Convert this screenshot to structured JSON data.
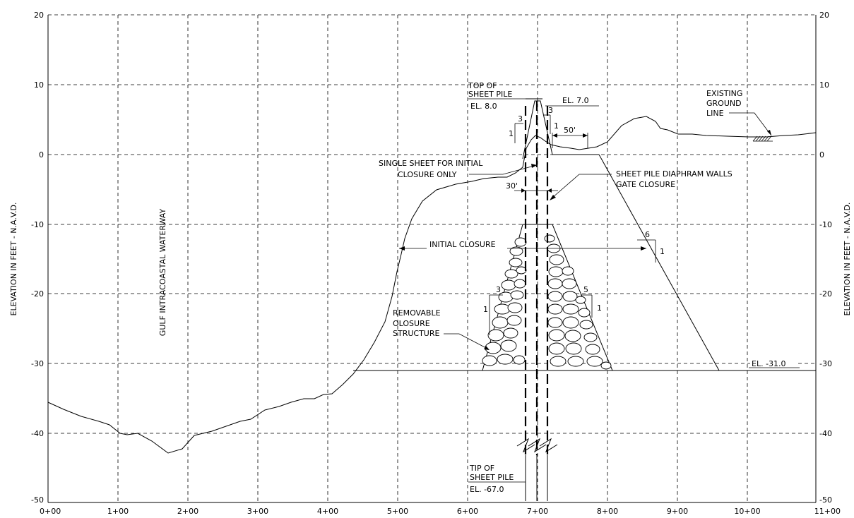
{
  "axes": {
    "left_label": "ELEVATION IN FEET - N.A.V.D.",
    "right_label": "ELEVATION IN FEET - N.A.V.D.",
    "y_ticks": [
      "20",
      "10",
      "0",
      "-10",
      "-20",
      "-30",
      "-40",
      "-50"
    ],
    "x_ticks": [
      "0+00",
      "1+00",
      "2+00",
      "3+00",
      "4+00",
      "5+00",
      "6+00",
      "7+00",
      "8+00",
      "9+00",
      "10+00",
      "11+00"
    ],
    "y_range": [
      -50,
      20
    ],
    "x_range_stations": [
      0,
      11
    ]
  },
  "labels": {
    "top_of_pile_1": "TOP OF",
    "top_of_pile_2": "SHEET PILE",
    "el_top": "EL. 8.0",
    "el_crest": "EL. 7.0",
    "slope_3_left": "3",
    "slope_1_left": "1",
    "slope_3_right": "3",
    "slope_1_right": "1",
    "dim_50": "50'",
    "existing_1": "EXISTING",
    "existing_2": "GROUND",
    "existing_3": "LINE",
    "single_sheet_1": "SINGLE SHEET FOR INITIAL",
    "single_sheet_2": "CLOSURE ONLY",
    "diaphram_1": "SHEET PILE DIAPHRAM WALLS",
    "diaphram_2": "GATE CLOSURE",
    "dim_30": "30'",
    "initial_closure": "INITIAL CLOSURE",
    "slope_6": "6",
    "slope_6_1": "1",
    "gulf": "GULF INTRACOASTAL WATERWAY",
    "rock_slope_3": "3",
    "rock_slope_3_1": "1",
    "rock_slope_5": "5",
    "rock_slope_5_1": "1",
    "removable_1": "REMOVABLE",
    "removable_2": "OLOSURE",
    "removable_3": "STRUCTURE",
    "el_base": "EL. -31.0",
    "tip_1": "TIP OF",
    "tip_2": "SHEET PILE",
    "el_tip": "EL. -67.0"
  },
  "elevations": {
    "top_of_sheet_pile_ft": 8.0,
    "crest_ft": 7.0,
    "base_ft": -31.0,
    "tip_of_sheet_pile_ft": -67.0
  }
}
